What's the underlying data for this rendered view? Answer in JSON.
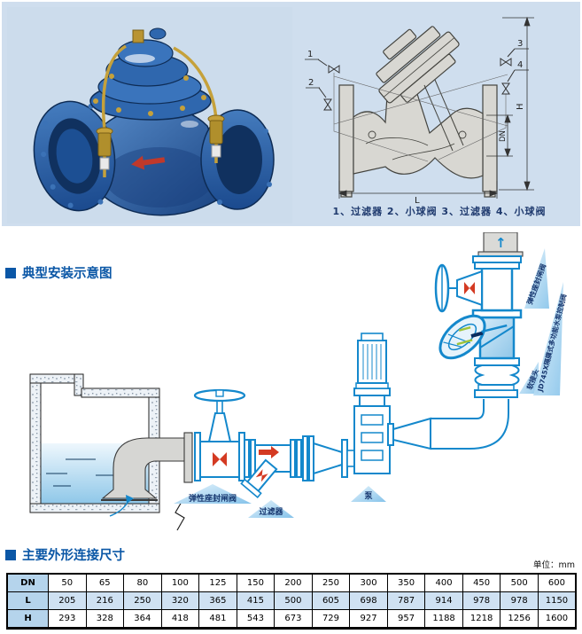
{
  "colors": {
    "panel_bg": "#cfdeee",
    "heading": "#0b57a6",
    "schematic_line": "#1488cc",
    "table_first_col": "#b5d4ec",
    "table_alt_row": "#cfe1f2",
    "callout_text": "#15356e",
    "flow_arrow_red": "#d43a22"
  },
  "top_panel": {
    "drawing": {
      "callouts": [
        "1",
        "2",
        "3",
        "4"
      ],
      "dim_h": "H",
      "dim_dn": "DN",
      "dim_l": "L",
      "caption": "1、过滤器  2、小球阀  3、过滤器  4、小球阀"
    }
  },
  "sections": {
    "install_title": "典型安装示意图",
    "dims_title": "主要外形连接尺寸"
  },
  "schematic": {
    "labels": {
      "gate_valve": "弹性座封闸阀",
      "strainer": "过滤器",
      "pump": "泵",
      "flex_joint": "软接头",
      "main_valve": "JD745X隔膜式多功能水泵控制阀",
      "upper_gate_valve": "弹性座封闸阀",
      "flow_arrow": "↑"
    }
  },
  "table": {
    "unit_note": "单位：mm",
    "rows": [
      {
        "header": "DN",
        "values": [
          "50",
          "65",
          "80",
          "100",
          "125",
          "150",
          "200",
          "250",
          "300",
          "350",
          "400",
          "450",
          "500",
          "600"
        ]
      },
      {
        "header": "L",
        "values": [
          "205",
          "216",
          "250",
          "320",
          "365",
          "415",
          "500",
          "605",
          "698",
          "787",
          "914",
          "978",
          "978",
          "1150"
        ]
      },
      {
        "header": "H",
        "values": [
          "293",
          "328",
          "364",
          "418",
          "481",
          "543",
          "673",
          "729",
          "927",
          "957",
          "1188",
          "1218",
          "1256",
          "1600"
        ]
      }
    ]
  }
}
